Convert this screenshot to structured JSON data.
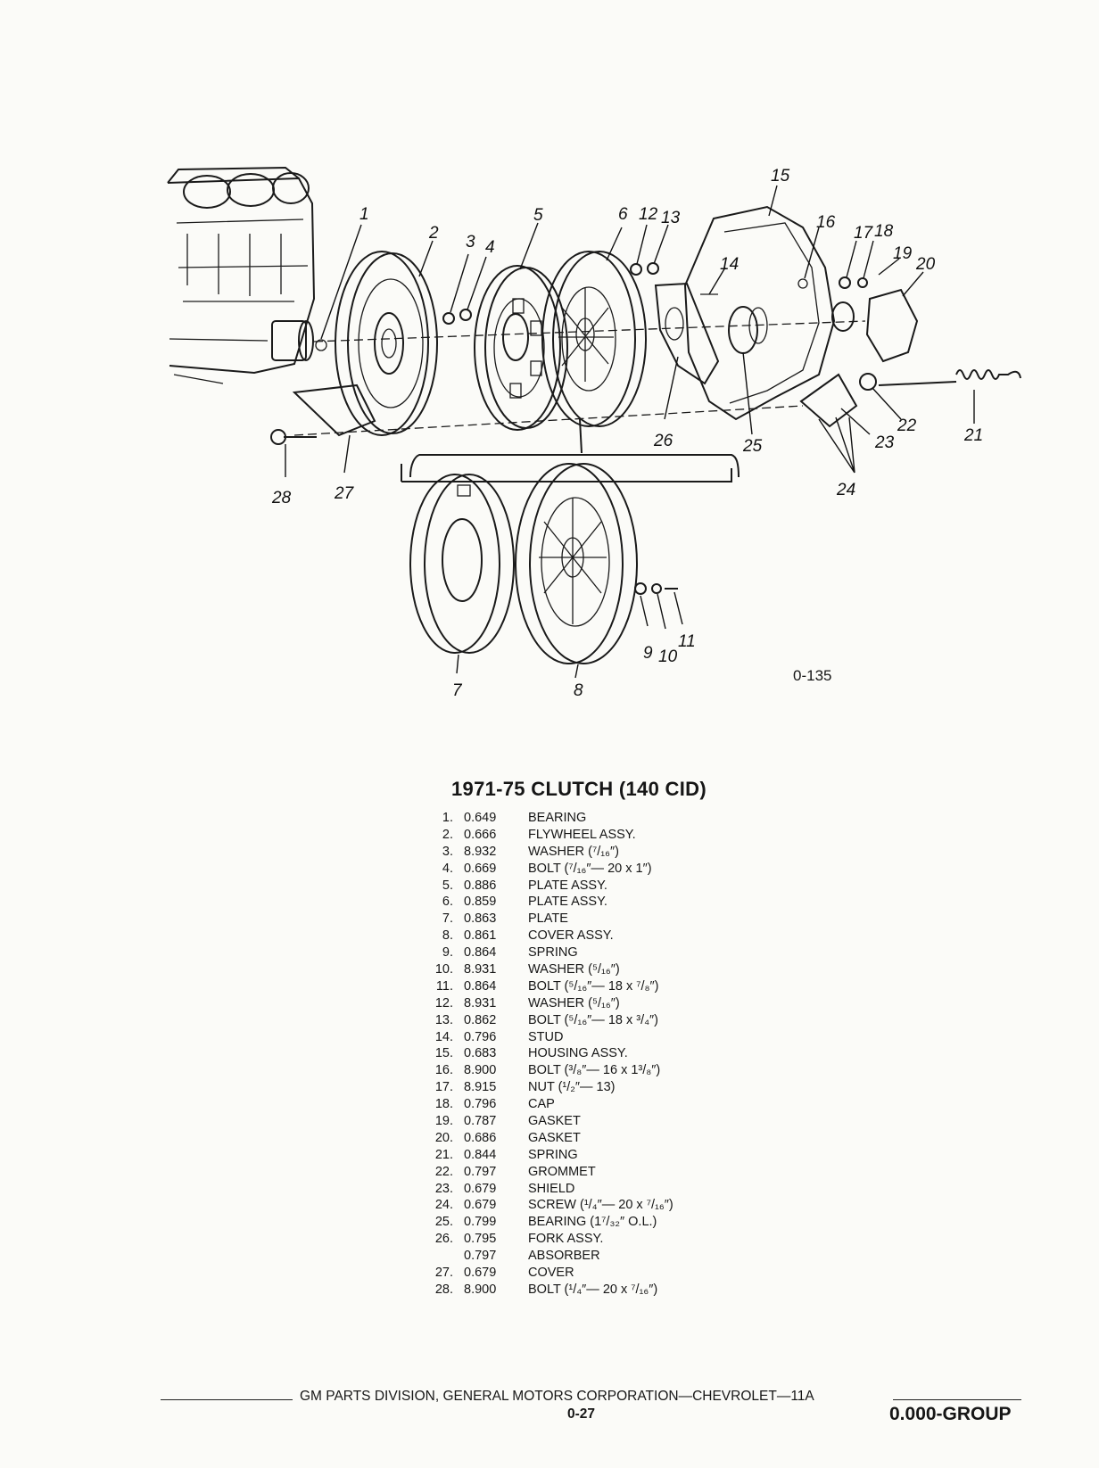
{
  "diagram": {
    "callouts": [
      "1",
      "2",
      "3",
      "4",
      "5",
      "6",
      "12",
      "13",
      "14",
      "15",
      "16",
      "17",
      "18",
      "19",
      "20",
      "21",
      "22",
      "23",
      "24",
      "25",
      "26",
      "27",
      "28",
      "7",
      "8",
      "9",
      "10",
      "11"
    ],
    "figure_id": "0-135"
  },
  "parts": {
    "title": "1971-75 CLUTCH (140 CID)",
    "items": [
      {
        "num": "1.",
        "code": "0.649",
        "desc": "BEARING"
      },
      {
        "num": "2.",
        "code": "0.666",
        "desc": "FLYWHEEL ASSY."
      },
      {
        "num": "3.",
        "code": "8.932",
        "desc": "WASHER (⁷/₁₆″)"
      },
      {
        "num": "4.",
        "code": "0.669",
        "desc": "BOLT (⁷/₁₆″— 20 x 1″)"
      },
      {
        "num": "5.",
        "code": "0.886",
        "desc": "PLATE ASSY."
      },
      {
        "num": "6.",
        "code": "0.859",
        "desc": "PLATE ASSY."
      },
      {
        "num": "7.",
        "code": "0.863",
        "desc": "PLATE"
      },
      {
        "num": "8.",
        "code": "0.861",
        "desc": "COVER ASSY."
      },
      {
        "num": "9.",
        "code": "0.864",
        "desc": "SPRING"
      },
      {
        "num": "10.",
        "code": "8.931",
        "desc": "WASHER (⁵/₁₆″)"
      },
      {
        "num": "11.",
        "code": "0.864",
        "desc": "BOLT (⁵/₁₆″— 18 x ⁷/₈″)"
      },
      {
        "num": "12.",
        "code": "8.931",
        "desc": "WASHER (⁵/₁₆″)"
      },
      {
        "num": "13.",
        "code": "0.862",
        "desc": "BOLT (⁵/₁₆″— 18 x ³/₄″)"
      },
      {
        "num": "14.",
        "code": "0.796",
        "desc": "STUD"
      },
      {
        "num": "15.",
        "code": "0.683",
        "desc": "HOUSING ASSY."
      },
      {
        "num": "16.",
        "code": "8.900",
        "desc": "BOLT (³/₈″— 16 x 1³/₈″)"
      },
      {
        "num": "17.",
        "code": "8.915",
        "desc": "NUT (¹/₂″— 13)"
      },
      {
        "num": "18.",
        "code": "0.796",
        "desc": "CAP"
      },
      {
        "num": "19.",
        "code": "0.787",
        "desc": "GASKET"
      },
      {
        "num": "20.",
        "code": "0.686",
        "desc": "GASKET"
      },
      {
        "num": "21.",
        "code": "0.844",
        "desc": "SPRING"
      },
      {
        "num": "22.",
        "code": "0.797",
        "desc": "GROMMET"
      },
      {
        "num": "23.",
        "code": "0.679",
        "desc": "SHIELD"
      },
      {
        "num": "24.",
        "code": "0.679",
        "desc": "SCREW (¹/₄″— 20 x ⁷/₁₆″)"
      },
      {
        "num": "25.",
        "code": "0.799",
        "desc": "BEARING (1⁷/₃₂″ O.L.)"
      },
      {
        "num": "26.",
        "code": "0.795",
        "desc": "FORK ASSY."
      },
      {
        "num": "",
        "code": "0.797",
        "desc": "ABSORBER"
      },
      {
        "num": "27.",
        "code": "0.679",
        "desc": "COVER"
      },
      {
        "num": "28.",
        "code": "8.900",
        "desc": "BOLT (¹/₄″— 20 x ⁷/₁₆″)"
      }
    ]
  },
  "footer": {
    "text": "GM PARTS DIVISION, GENERAL MOTORS CORPORATION—CHEVROLET—11A",
    "page": "0-27",
    "group": "0.000-GROUP"
  }
}
